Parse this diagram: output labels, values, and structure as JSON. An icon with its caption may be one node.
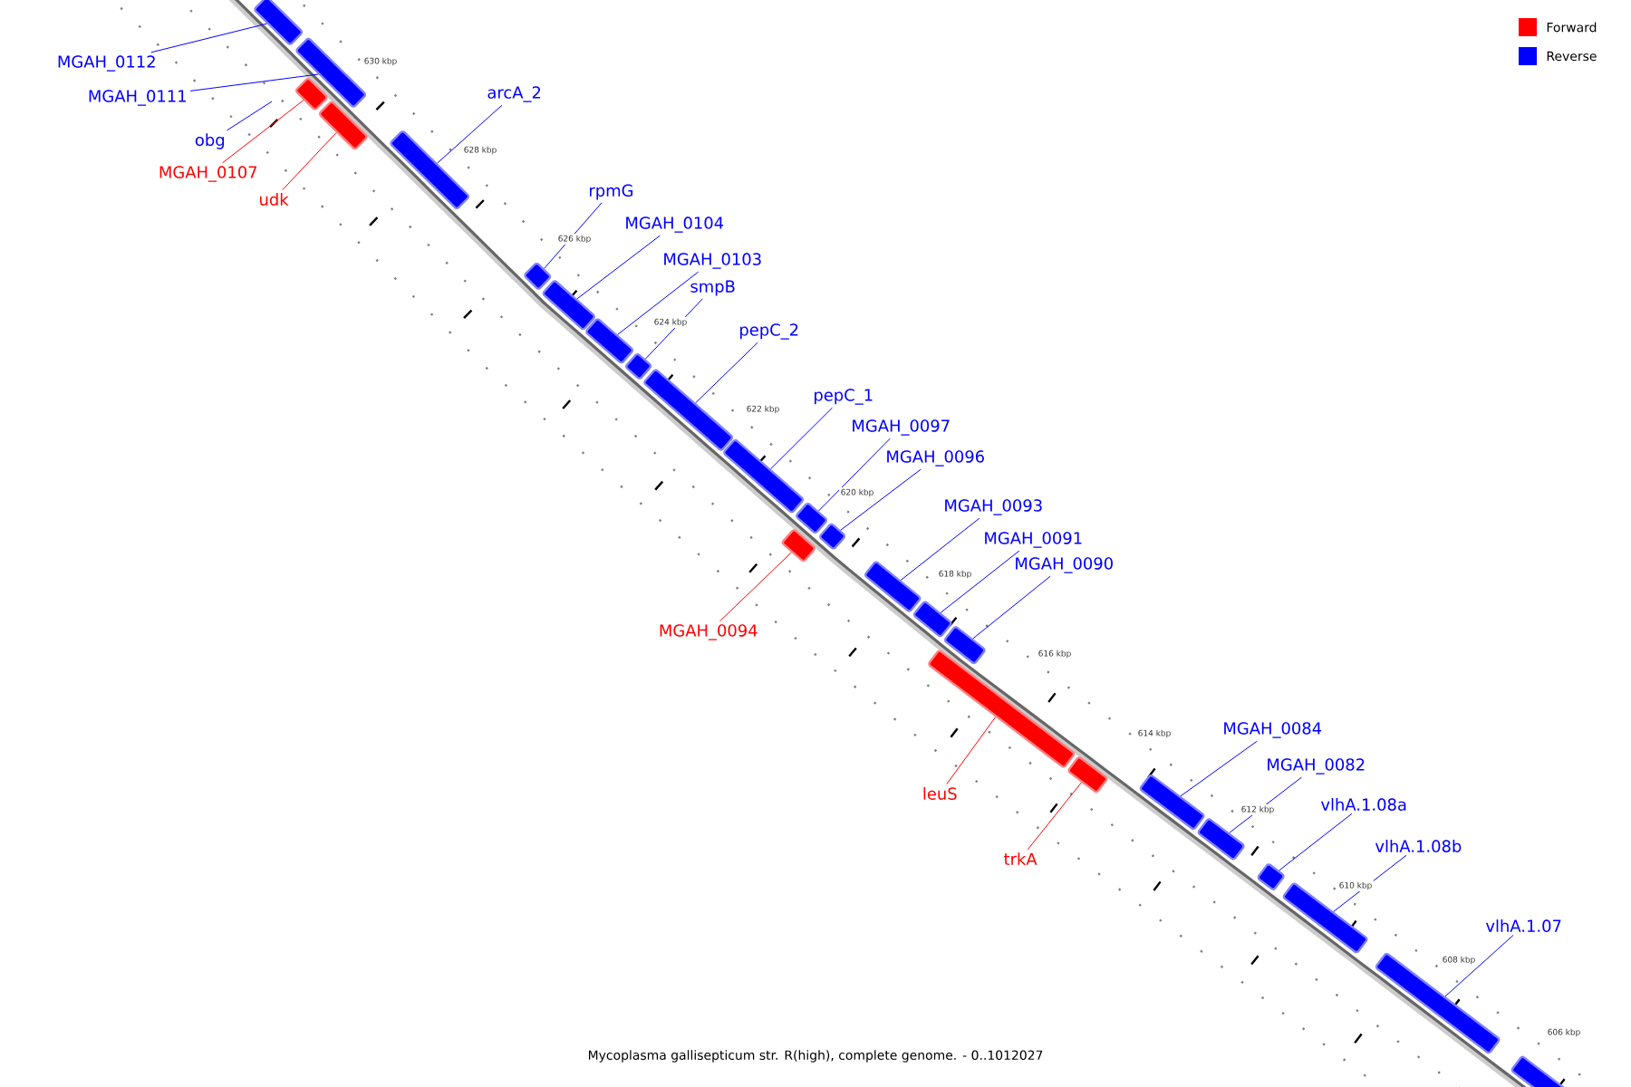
{
  "diagram": {
    "caption": "Mycoplasma gallisepticum str. R(high), complete genome. - 0..1012027",
    "nodes": [
      {
        "text": [
          "MGAH_0112"
        ]
      },
      {
        "text": [
          "MGAH_0111"
        ]
      },
      {
        "text": [
          "obg"
        ]
      },
      {
        "text": [
          "MGAH_0107"
        ]
      },
      {
        "text": [
          "udk"
        ]
      },
      {
        "text": [
          "arcA_2"
        ]
      },
      {
        "text": [
          "rpmG"
        ]
      },
      {
        "text": [
          "MGAH_0104"
        ]
      },
      {
        "text": [
          "MGAH_0103"
        ]
      },
      {
        "text": [
          "smpB"
        ]
      },
      {
        "text": [
          "pepC_2"
        ]
      },
      {
        "text": [
          "pepC_1"
        ]
      },
      {
        "text": [
          "MGAH_0097"
        ]
      },
      {
        "text": [
          "MGAH_0096"
        ]
      },
      {
        "text": [
          "MGAH_0093"
        ]
      },
      {
        "text": [
          "MGAH_0091"
        ]
      },
      {
        "text": [
          "MGAH_0090"
        ]
      },
      {
        "text": [
          "MGAH_0094"
        ]
      },
      {
        "text": [
          "leuS"
        ]
      },
      {
        "text": [
          "trkA"
        ]
      },
      {
        "text": [
          "MGAH_0084"
        ]
      },
      {
        "text": [
          "MGAH_0082"
        ]
      },
      {
        "text": [
          "vlhA.1.08a"
        ]
      },
      {
        "text": [
          "vlhA.1.08b"
        ]
      },
      {
        "text": [
          "vlhA.1.07"
        ]
      },
      {
        "text": [],
        "shape": "bar"
      },
      {
        "text": [],
        "shape": "bar"
      },
      {
        "text": [],
        "shape": "bar"
      },
      {
        "text": [],
        "shape": "bar"
      },
      {
        "text": [],
        "shape": "bar"
      },
      {
        "text": [],
        "shape": "bar"
      },
      {
        "text": [],
        "shape": "bar"
      },
      {
        "text": [],
        "shape": "bar"
      },
      {
        "text": [],
        "shape": "bar"
      },
      {
        "text": [],
        "shape": "bar"
      },
      {
        "text": [],
        "shape": "bar"
      },
      {
        "text": [],
        "shape": "bar"
      },
      {
        "text": [],
        "shape": "bar"
      },
      {
        "text": [],
        "shape": "bar"
      },
      {
        "text": [],
        "shape": "bar"
      },
      {
        "text": [],
        "shape": "bar"
      },
      {
        "text": [],
        "shape": "bar"
      },
      {
        "text": [],
        "shape": "bar"
      },
      {
        "text": [],
        "shape": "bar"
      },
      {
        "text": [],
        "shape": "bar"
      },
      {
        "text": [],
        "shape": "bar"
      },
      {
        "text": [],
        "shape": "bar"
      },
      {
        "text": [],
        "shape": "bar"
      },
      {
        "text": [],
        "shape": "bar"
      },
      {
        "text": [],
        "shape": "bar"
      }
    ],
    "edges": [
      {
        "from": 0,
        "to": 25,
        "arrow": "none"
      },
      {
        "from": 1,
        "to": 26,
        "arrow": "none"
      },
      {
        "from": 2,
        "to": null,
        "arrow": "none"
      },
      {
        "from": 3,
        "to": 27,
        "arrow": "none",
        "color": "#ff0000"
      },
      {
        "from": 4,
        "to": 28,
        "arrow": "none",
        "color": "#ff0000"
      },
      {
        "from": 5,
        "to": 29,
        "arrow": "none"
      },
      {
        "from": 6,
        "to": 30,
        "arrow": "none"
      },
      {
        "from": 7,
        "to": 31,
        "arrow": "none"
      },
      {
        "from": 8,
        "to": 32,
        "arrow": "none"
      },
      {
        "from": 9,
        "to": 33,
        "arrow": "none"
      },
      {
        "from": 10,
        "to": 34,
        "arrow": "none"
      },
      {
        "from": 11,
        "to": 35,
        "arrow": "none"
      },
      {
        "from": 12,
        "to": 36,
        "arrow": "none"
      },
      {
        "from": 13,
        "to": 37,
        "arrow": "none"
      },
      {
        "from": 14,
        "to": 38,
        "arrow": "none"
      },
      {
        "from": 15,
        "to": 39,
        "arrow": "none"
      },
      {
        "from": 16,
        "to": 40,
        "arrow": "none"
      },
      {
        "from": 17,
        "to": 41,
        "arrow": "none",
        "color": "#ff0000"
      },
      {
        "from": 18,
        "to": 42,
        "arrow": "none",
        "color": "#ff0000"
      },
      {
        "from": 19,
        "to": 43,
        "arrow": "none",
        "color": "#ff0000"
      },
      {
        "from": 20,
        "to": 44,
        "arrow": "none"
      },
      {
        "from": 21,
        "to": 45,
        "arrow": "none"
      },
      {
        "from": 22,
        "to": 46,
        "arrow": "none"
      },
      {
        "from": 23,
        "to": 47,
        "arrow": "none"
      },
      {
        "from": 24,
        "to": 48,
        "arrow": "none"
      }
    ],
    "labels": [
      "630 kbp",
      "628 kbp",
      "626 kbp",
      "624 kbp",
      "622 kbp",
      "620 kbp",
      "618 kbp",
      "616 kbp",
      "614 kbp",
      "612 kbp",
      "610 kbp",
      "608 kbp",
      "606 kbp"
    ],
    "legend": [
      {
        "text": "Forward",
        "color": "#ff0000"
      },
      {
        "text": "Reverse",
        "color": "#0000ff"
      }
    ]
  }
}
